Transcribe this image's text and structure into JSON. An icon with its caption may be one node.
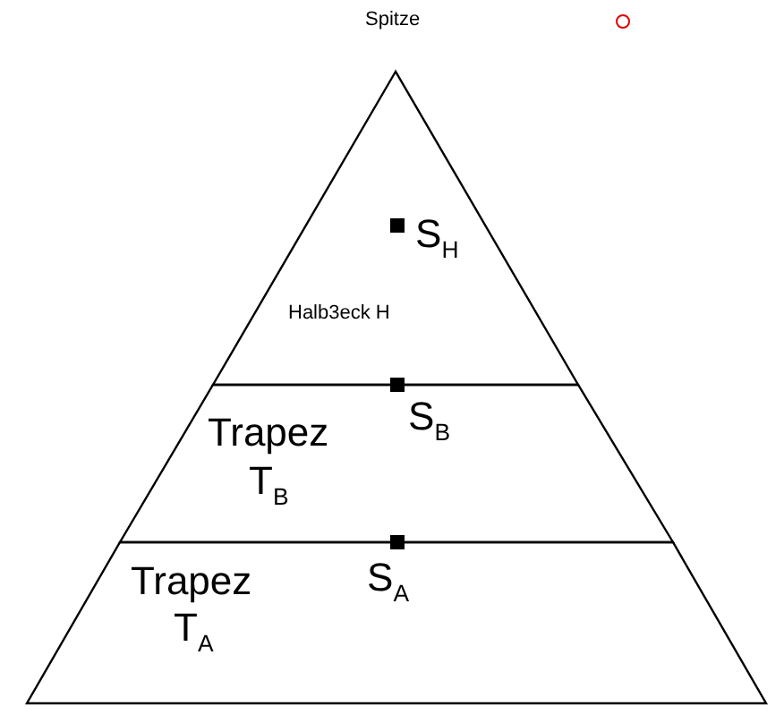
{
  "diagram": {
    "nodes": [
      {
        "text": [
          "Halb3eck H"
        ]
      },
      {
        "text": [
          "Trapez",
          "T$_{B}$"
        ]
      },
      {
        "text": [
          "Trapez",
          "T$_{A}$"
        ]
      }
    ],
    "edges": [],
    "labels": [
      "Spitze",
      "S$_{H}$",
      "S$_{B}$",
      "S$_{A}$"
    ]
  }
}
